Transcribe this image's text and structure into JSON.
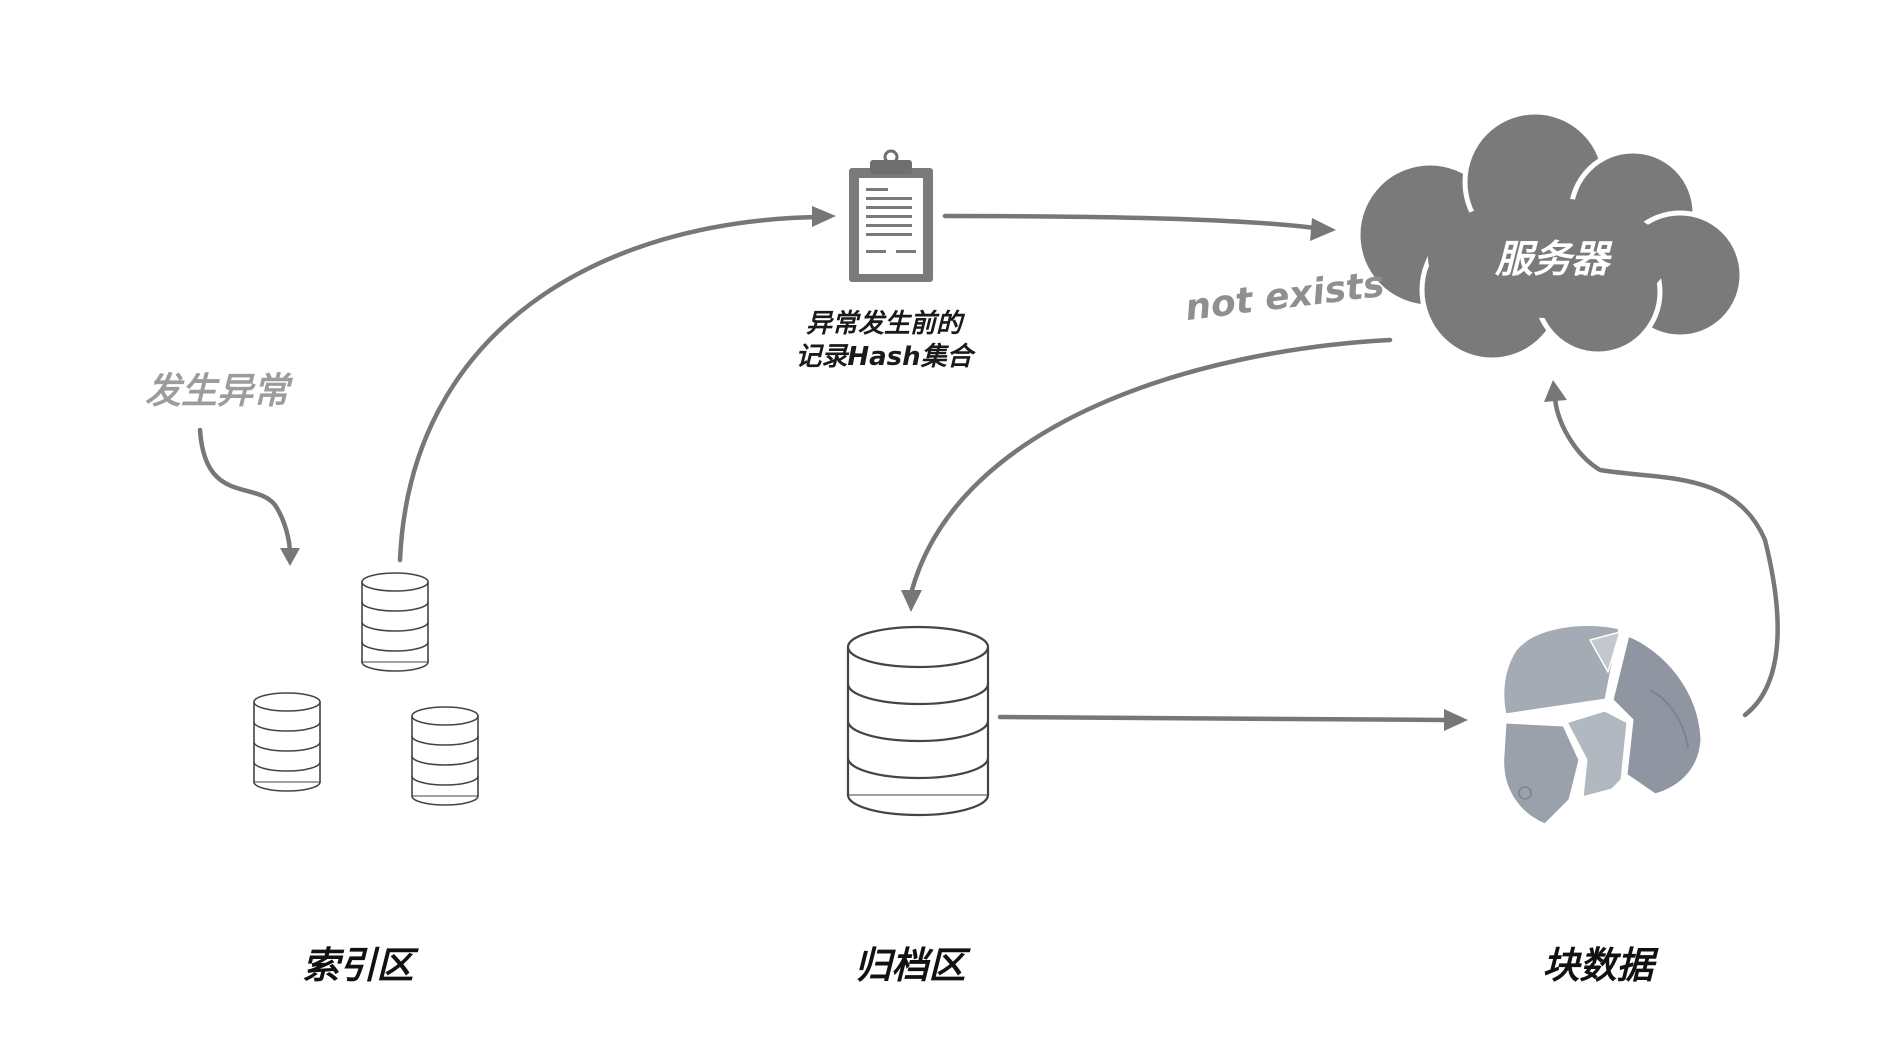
{
  "zones": {
    "index": "索引区",
    "archive": "归档区",
    "block": "块数据"
  },
  "labels": {
    "event": "发生异常",
    "record_line1": "异常发生前的",
    "record_line2": "记录Hash集合",
    "server": "服务器",
    "not_exists": "not exists"
  },
  "colors": {
    "arrow": "#777777",
    "cloud": "#7a7a7a",
    "cloud_outline": "#ffffff",
    "zone_text": "#111111",
    "event_text": "#9c9c9c",
    "edge_text": "#8f8f8f",
    "database_stroke": "#444444",
    "rock": "#9aa1ab"
  },
  "icons": {
    "index_databases": "database-icon",
    "archive_database": "database-icon",
    "record": "clipboard-icon",
    "server": "cloud-icon",
    "block_data": "broken-rock-icon"
  }
}
